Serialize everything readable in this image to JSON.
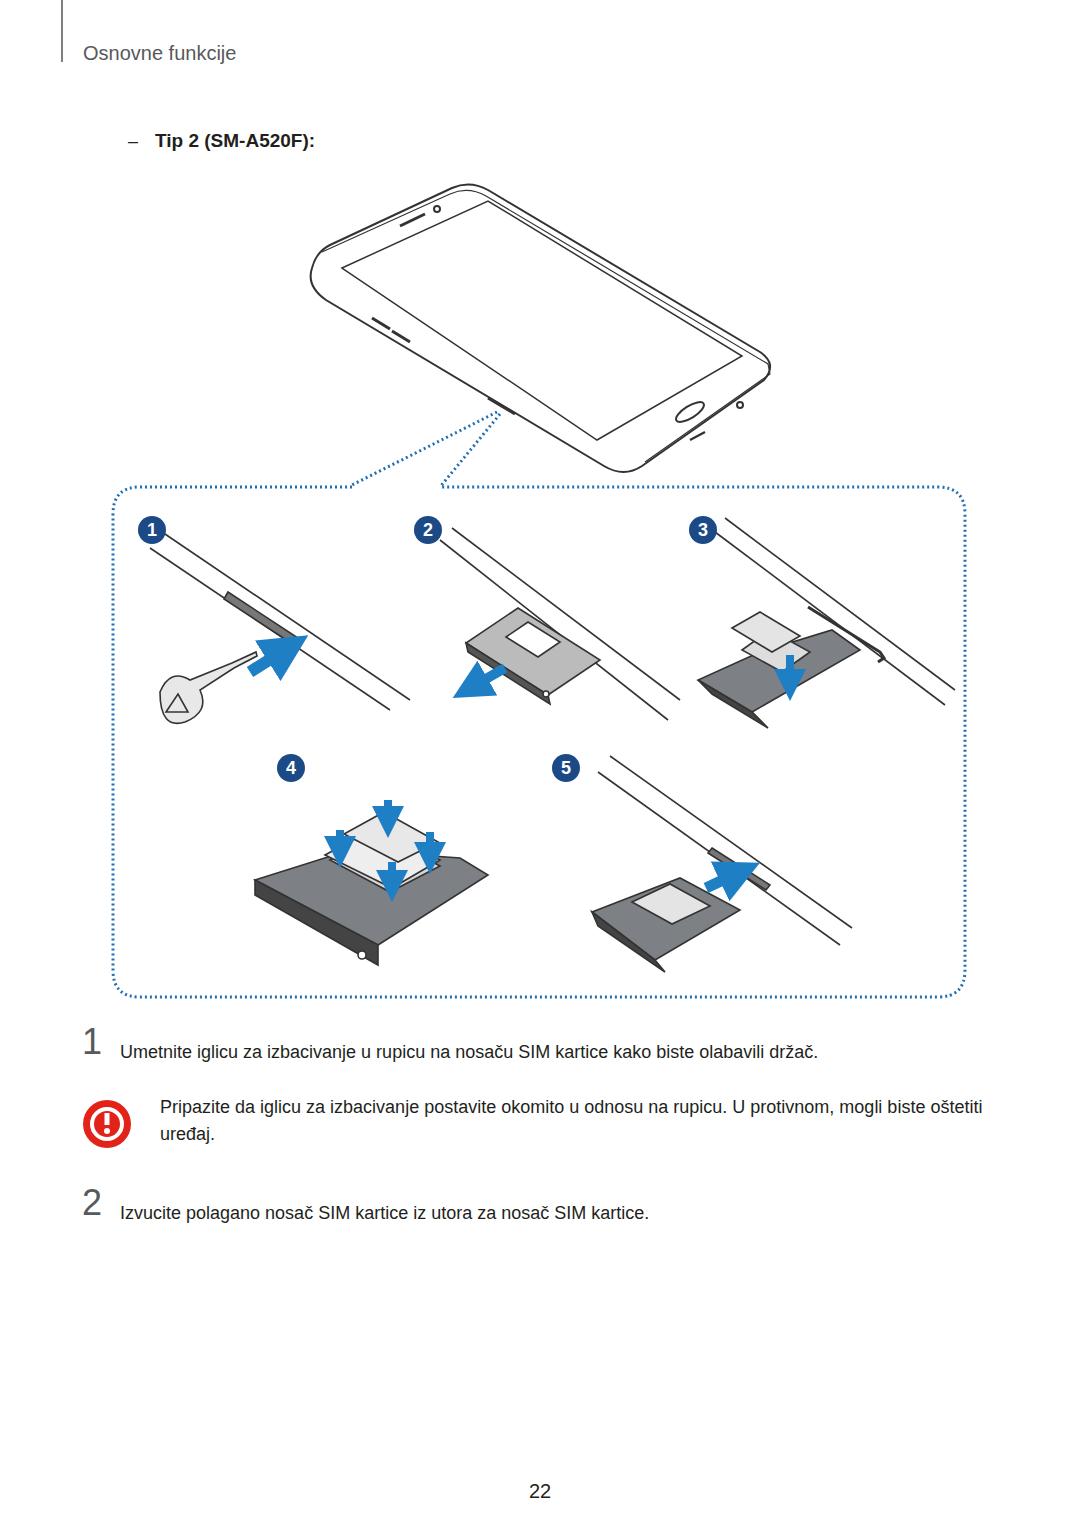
{
  "diagram": {
    "nodes": [
      {
        "text": [
          "1"
        ]
      },
      {
        "text": [
          "2"
        ]
      },
      {
        "text": [
          "3"
        ]
      },
      {
        "text": [
          "4"
        ]
      },
      {
        "text": [
          "5"
        ]
      }
    ],
    "labels": [
      "Osnovne funkcije",
      "–",
      "Tip 2 (SM-A520F):",
      "1",
      "Umetnite iglicu za izbacivanje u rupicu na nosaču SIM kartice kako biste olabavili držač.",
      "Pripazite da iglicu za izbacivanje postavite okomito u odnosu na rupicu. U protivnom, mogli biste oštetiti uređaj.",
      "2",
      "Izvucite polagano nosač SIM kartice iz utora za nosač SIM kartice.",
      "22"
    ]
  }
}
